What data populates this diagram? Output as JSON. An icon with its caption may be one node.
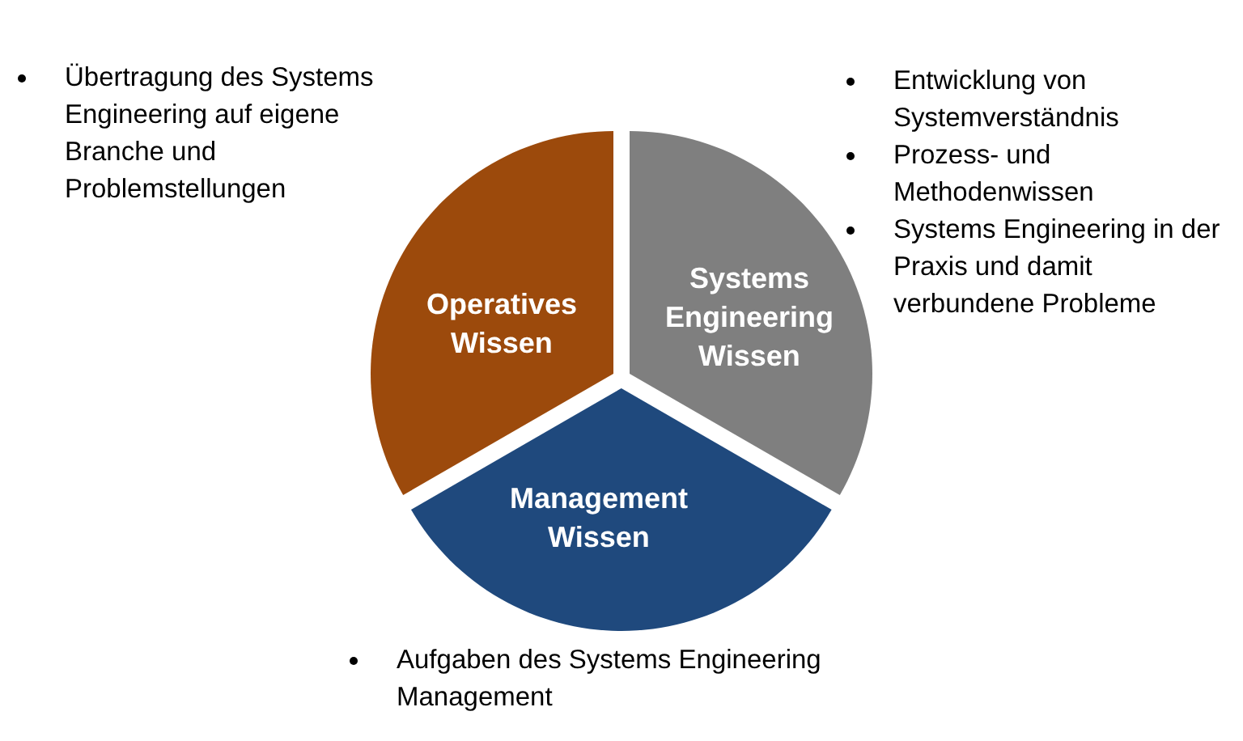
{
  "diagram": {
    "nodes": [
      {
        "text": [
          "Operatives Wissen"
        ],
        "beside": [
          "Übertragung des Systems Engineering auf eigene Branche und Problemstellungen"
        ]
      },
      {
        "text": [
          "Systems Engineering Wissen"
        ],
        "beside": [
          "Entwicklung von Systemverständnis",
          "Prozess- und Methodenwissen",
          "Systems Engineering in der Praxis und damit verbundene Probleme"
        ]
      },
      {
        "text": [
          "Management Wissen"
        ],
        "beside": [
          "Aufgaben des Systems Engineering Management"
        ]
      }
    ],
    "edges": []
  }
}
